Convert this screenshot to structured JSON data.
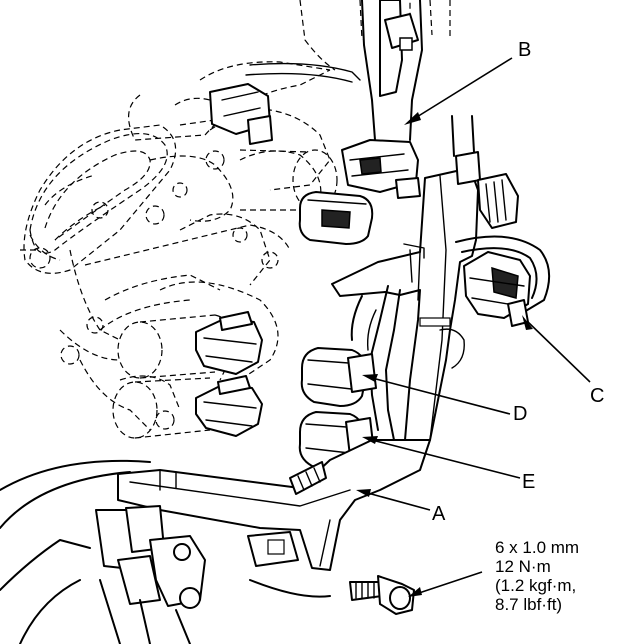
{
  "labels": {
    "a": "A",
    "b": "B",
    "c": "C",
    "d": "D",
    "e": "E"
  },
  "bolt_spec": {
    "size": "6 x 1.0 mm",
    "torque_nm": "12 N·m",
    "torque_kgfm": "(1.2 kgf·m,",
    "torque_lbfft": "8.7 lbf·ft)"
  }
}
